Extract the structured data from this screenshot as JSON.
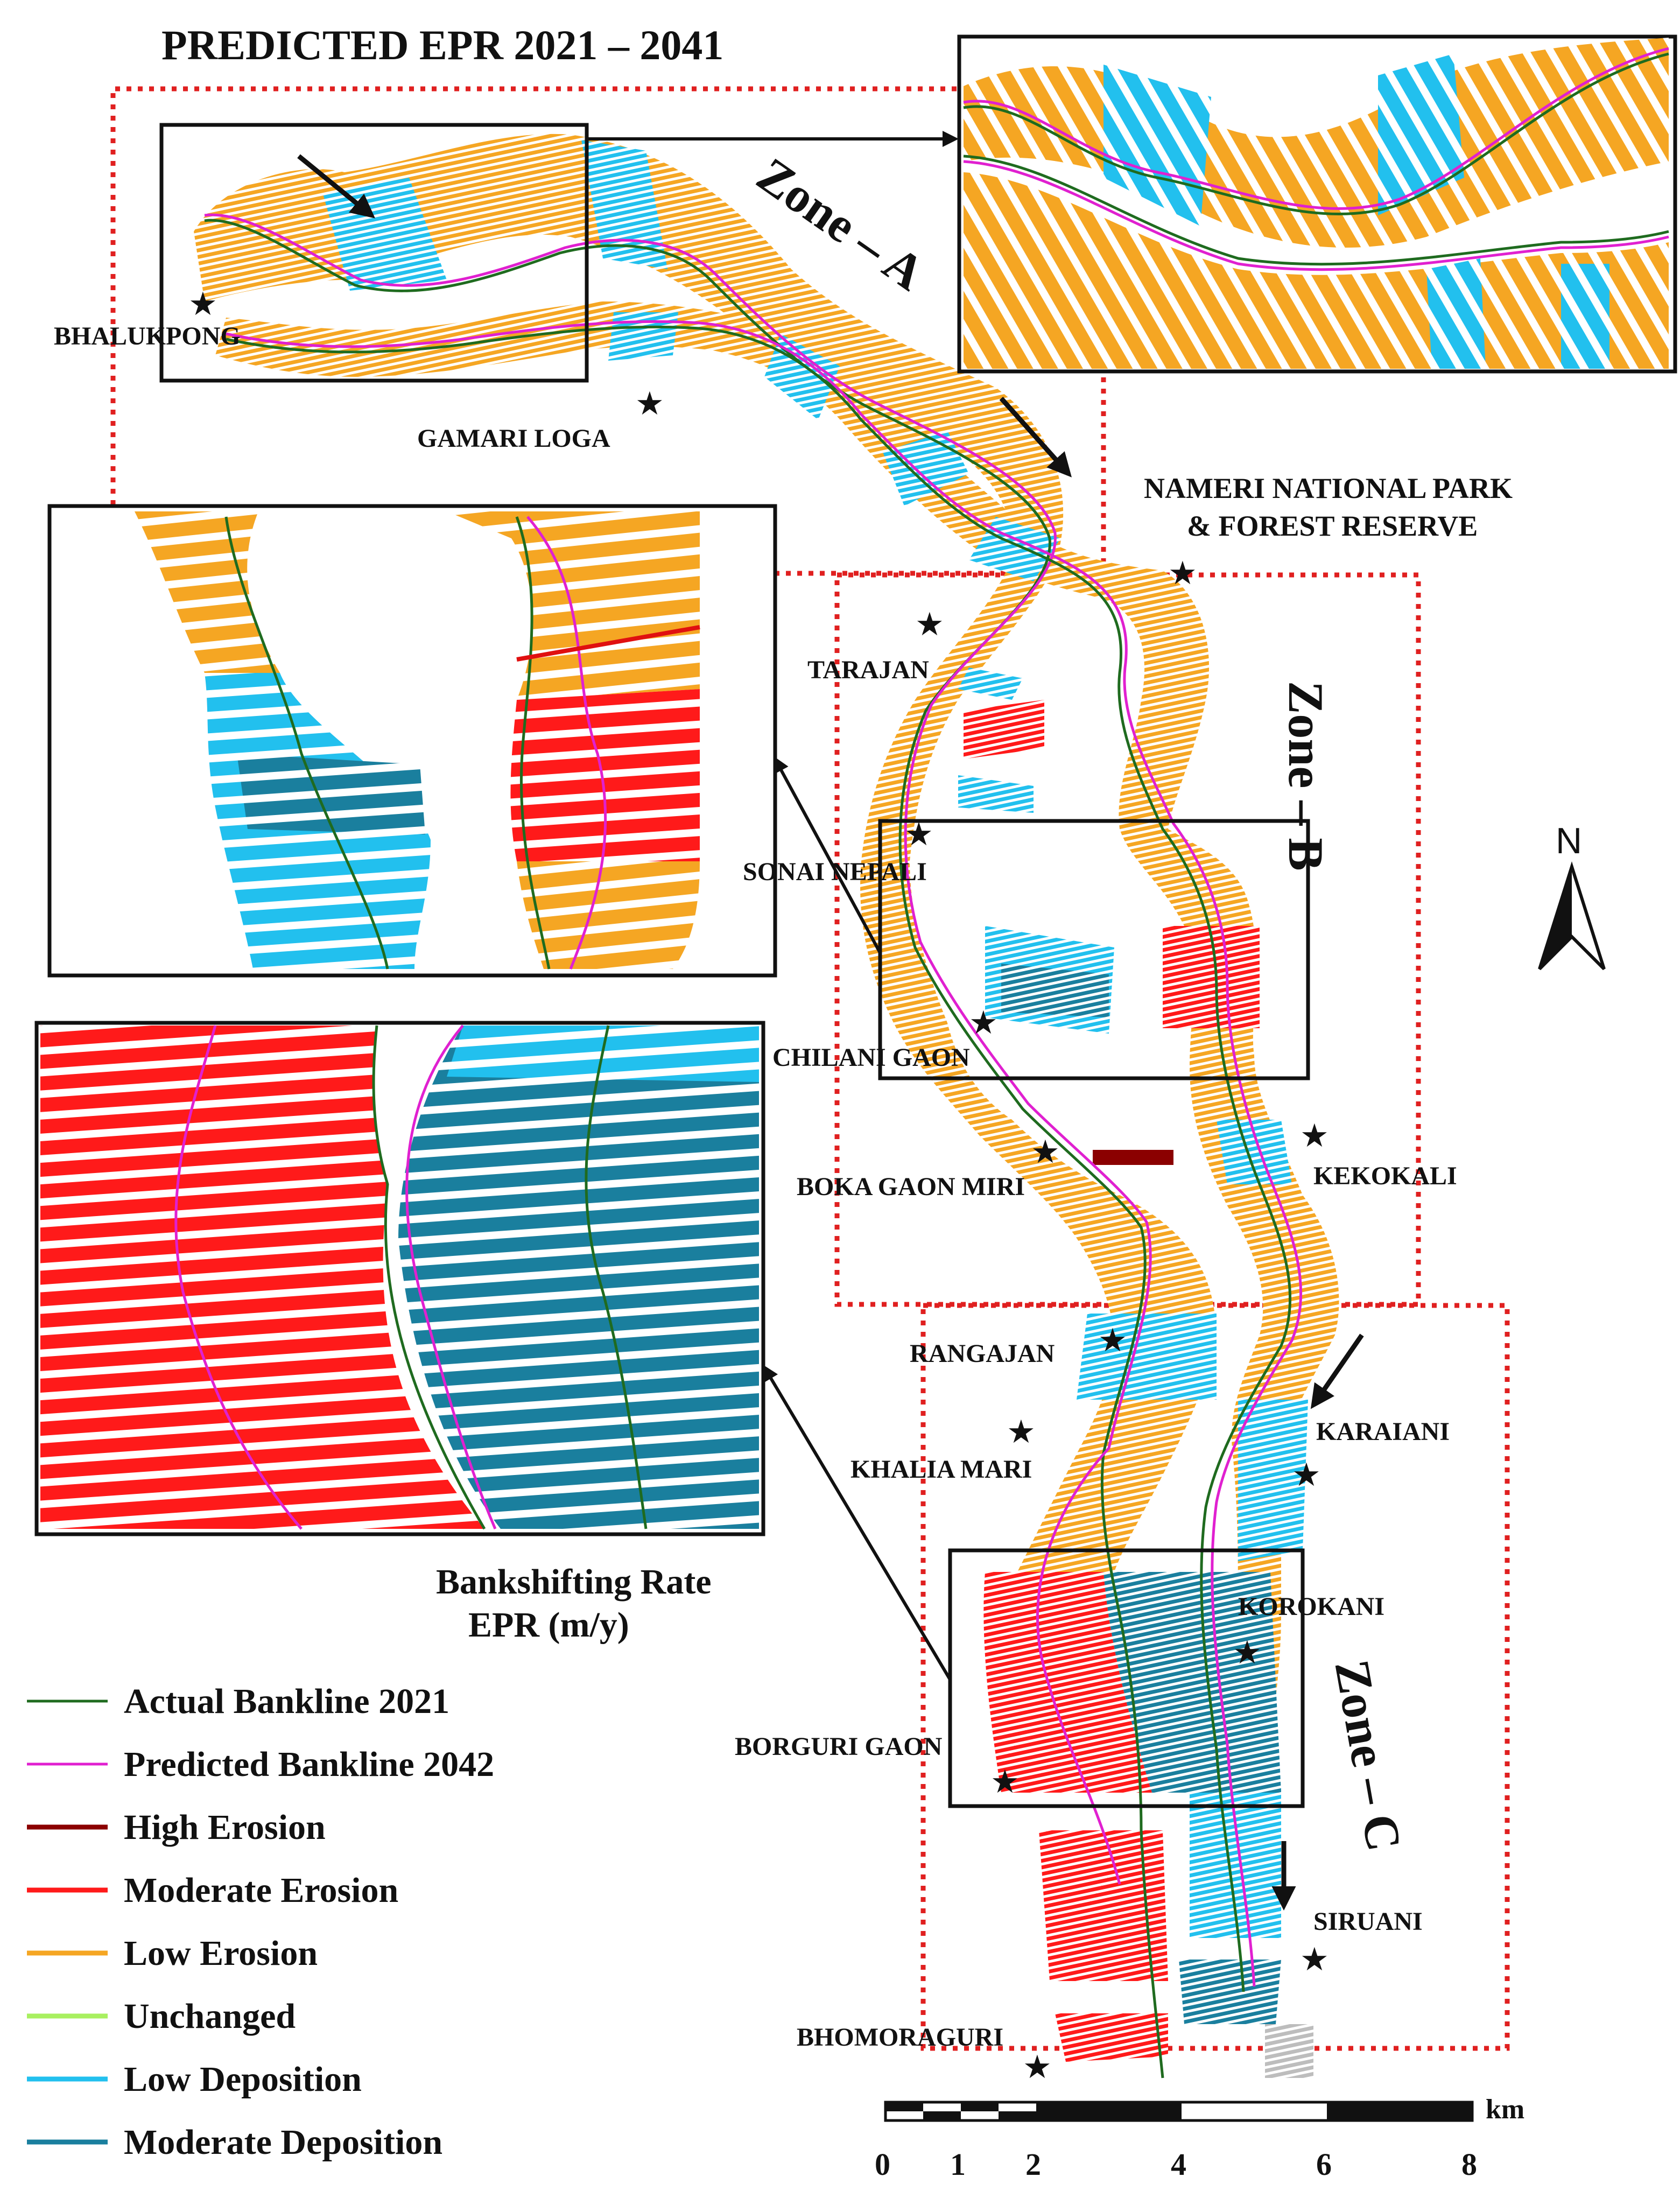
{
  "title": "PREDICTED EPR 2021 – 2041",
  "zones": [
    "Zone – A",
    "Zone – B",
    "Zone – C"
  ],
  "places": [
    {
      "id": "bhalukpong",
      "label": "BHALUKPONG"
    },
    {
      "id": "gamari",
      "label": "GAMARI LOGA"
    },
    {
      "id": "nameri1",
      "label": "NAMERI NATIONAL PARK"
    },
    {
      "id": "nameri2",
      "label": "& FOREST RESERVE"
    },
    {
      "id": "tarajan",
      "label": "TARAJAN"
    },
    {
      "id": "sonai",
      "label": "SONAI NEPALI"
    },
    {
      "id": "chilani",
      "label": "CHILANI GAON"
    },
    {
      "id": "boka",
      "label": "BOKA GAON MIRI"
    },
    {
      "id": "kekokali",
      "label": "KEKOKALI"
    },
    {
      "id": "rangajan",
      "label": "RANGAJAN"
    },
    {
      "id": "khalia",
      "label": "KHALIA MARI"
    },
    {
      "id": "karaiani",
      "label": "KARAIANI"
    },
    {
      "id": "korokani",
      "label": "KOROKANI"
    },
    {
      "id": "borguri",
      "label": "BORGURI GAON"
    },
    {
      "id": "siruani",
      "label": "SIRUANI"
    },
    {
      "id": "bhomoraguri",
      "label": "BHOMORAGURI"
    }
  ],
  "north_label": "N",
  "scale": {
    "unit": "km",
    "ticks": [
      "0",
      "1",
      "2",
      "4",
      "6",
      "8"
    ]
  },
  "legend": {
    "title_line1": "Bankshifting Rate",
    "title_line2": "EPR (m/y)",
    "items": [
      {
        "label": "Actual Bankline 2021",
        "color": "#1f6b1f"
      },
      {
        "label": "Predicted Bankline 2042",
        "color": "#e020d0"
      },
      {
        "label": "High Erosion",
        "color": "#8b0000"
      },
      {
        "label": "Moderate Erosion",
        "color": "#ff1a1a"
      },
      {
        "label": "Low Erosion",
        "color": "#f5a623"
      },
      {
        "label": "Unchanged",
        "color": "#a8f060"
      },
      {
        "label": "Low Deposition",
        "color": "#22c0ee"
      },
      {
        "label": "Moderate Deposition",
        "color": "#1a7f9e"
      }
    ]
  },
  "colors": {
    "high_erosion": "#8b0000",
    "moderate_erosion": "#ff1a1a",
    "low_erosion": "#f5a623",
    "unchanged": "#bdbdbd",
    "low_deposition": "#22c0ee",
    "moderate_deposition": "#1a7f9e",
    "actual_bankline": "#1f6b1f",
    "predicted_bankline": "#e020d0",
    "zone_box": "#e02020"
  }
}
